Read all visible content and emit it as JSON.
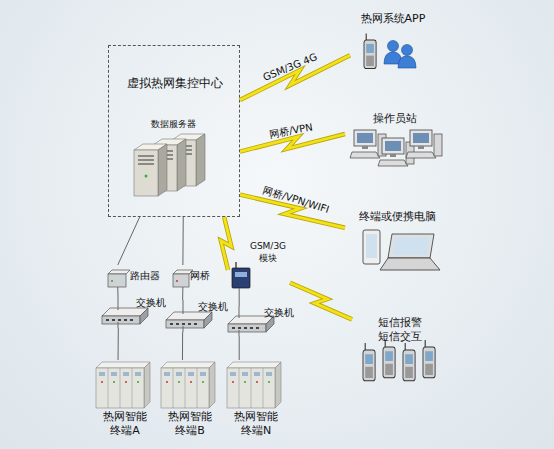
{
  "diagram": {
    "nodes": [
      {
        "text": [
          "虚拟热网集控中心"
        ]
      },
      {
        "text": [
          "数据服务器"
        ],
        "in": 0
      },
      {
        "text": [
          "热网系统APP"
        ]
      },
      {
        "text": [
          "操作员站"
        ]
      },
      {
        "text": [
          "终端或便携电脑"
        ]
      },
      {
        "text": [
          "短信报警 短信交互"
        ]
      },
      {
        "text": [
          "路由器"
        ]
      },
      {
        "text": [
          "网桥"
        ]
      },
      {
        "text": [
          "GSM/3G 模块"
        ]
      },
      {
        "text": [
          "交换机"
        ]
      },
      {
        "text": [
          "交换机"
        ]
      },
      {
        "text": [
          "交换机"
        ]
      },
      {
        "text": [
          "热网智能 终端A"
        ]
      },
      {
        "text": [
          "热网智能 终端B"
        ]
      },
      {
        "text": [
          "热网智能 终端N"
        ]
      }
    ],
    "edges": [
      {
        "from": 0,
        "to": 2,
        "label": "GSM/3G 4G",
        "arrow": "none"
      },
      {
        "from": 0,
        "to": 3,
        "label": "网桥/VPN",
        "arrow": "none"
      },
      {
        "from": 0,
        "to": 4,
        "label": "网桥/VPN/WIFI",
        "arrow": "none"
      },
      {
        "from": 8,
        "to": 5,
        "arrow": "none"
      },
      {
        "from": 0,
        "to": 6,
        "arrow": "none"
      },
      {
        "from": 0,
        "to": 7,
        "arrow": "none"
      },
      {
        "from": 0,
        "to": 8,
        "arrow": "none"
      },
      {
        "from": 6,
        "to": 9,
        "arrow": "none"
      },
      {
        "from": 7,
        "to": 10,
        "arrow": "none"
      },
      {
        "from": 8,
        "to": 11,
        "arrow": "none"
      },
      {
        "from": 9,
        "to": 12,
        "arrow": "none"
      },
      {
        "from": 10,
        "to": 13,
        "arrow": "none"
      },
      {
        "from": 11,
        "to": 14,
        "arrow": "none"
      }
    ]
  }
}
